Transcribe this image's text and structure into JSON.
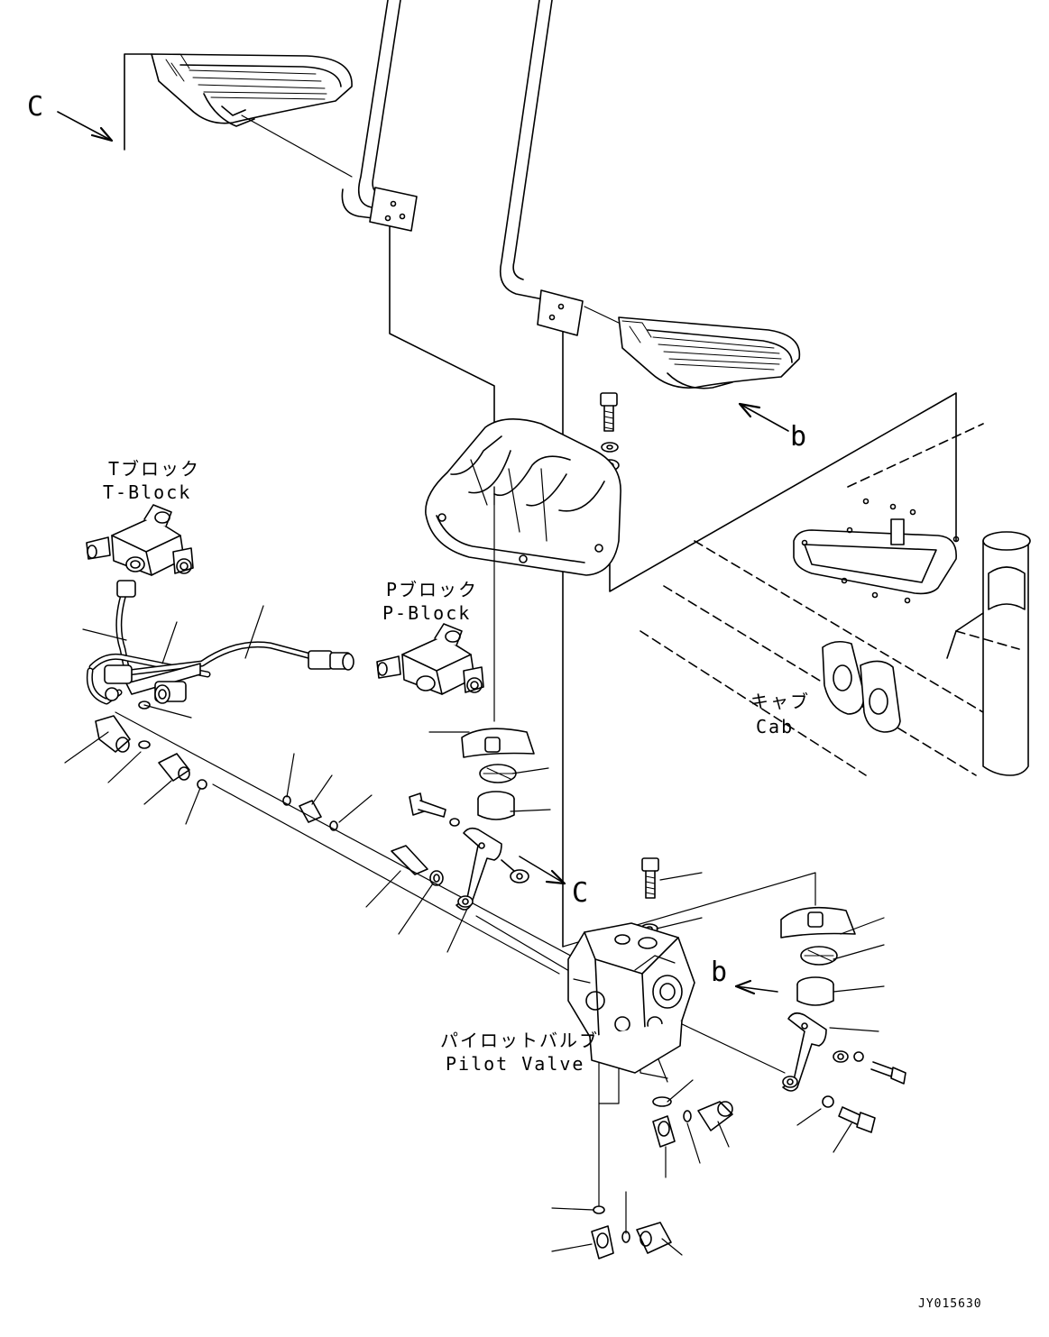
{
  "labels": {
    "t_block_jp": "Tブロック",
    "t_block_en": "T-Block",
    "p_block_jp": "Pブロック",
    "p_block_en": "P-Block",
    "cab_jp": "キャブ",
    "cab_en": "Cab",
    "pilot_valve_jp": "パイロットバルブ",
    "pilot_valve_en": "Pilot Valve",
    "ref_c_top": "C",
    "ref_c_mid": "C",
    "ref_b_top": "b",
    "ref_b_mid": "b",
    "drawing_code": "JY015630"
  }
}
